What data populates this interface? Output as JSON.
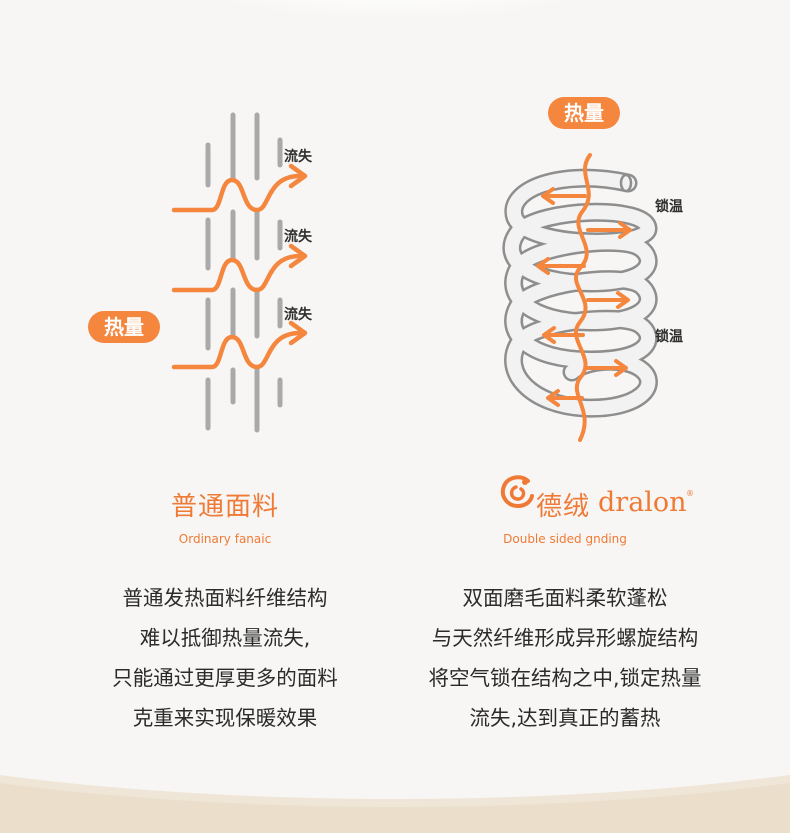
{
  "left_panel": {
    "badge": "热量",
    "loss_labels": [
      "流失",
      "流失",
      "流失"
    ],
    "title": "普通面料",
    "subtitle": "Ordinary fanaic",
    "description": [
      "普通发热面料纤维结构",
      "难以抵御热量流失,",
      "只能通过更厚更多的面料",
      "克重来实现保暖效果"
    ]
  },
  "right_panel": {
    "badge": "热量",
    "lock_labels": [
      "锁温",
      "锁温"
    ],
    "brand_cn": "德绒",
    "brand_en": "dralon",
    "brand_registered": "®",
    "subtitle": "Double sided gnding",
    "description": [
      "双面磨毛面料柔软蓬松",
      "与天然纤维形成异形螺旋结构",
      "将空气锁在结构之中,锁定热量",
      "流失,达到真正的蓄热"
    ]
  },
  "colors": {
    "accent": "#f4863e",
    "fiber": "#a9a9a9",
    "background": "#f7f6f4",
    "text": "#2b2b2b"
  }
}
